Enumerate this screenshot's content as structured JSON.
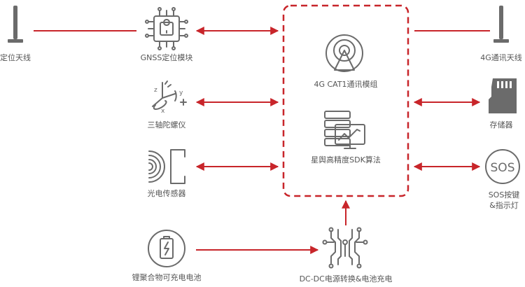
{
  "labels": {
    "positioning_antenna": "定位天线",
    "gnss_module": "GNSS定位模块",
    "gyroscope": "三轴陀螺仪",
    "photoelectric_sensor": "光电传感器",
    "battery": "锂聚合物可充电电池",
    "dcdc": "DC-DC电源转换&电池充电",
    "cat1_module": "4G CAT1通讯模组",
    "sdk": "星舆高精度SDK算法",
    "comm_antenna": "4G通讯天线",
    "storage": "存储器",
    "sos_line1": "SOS按键",
    "sos_line2": "&指示灯",
    "sos_text": "SOS",
    "axis_z": "z",
    "axis_y": "y",
    "axis_x": "x"
  },
  "colors": {
    "accent": "#c8252a",
    "icon": "#6b6b6b",
    "text": "#555555"
  }
}
